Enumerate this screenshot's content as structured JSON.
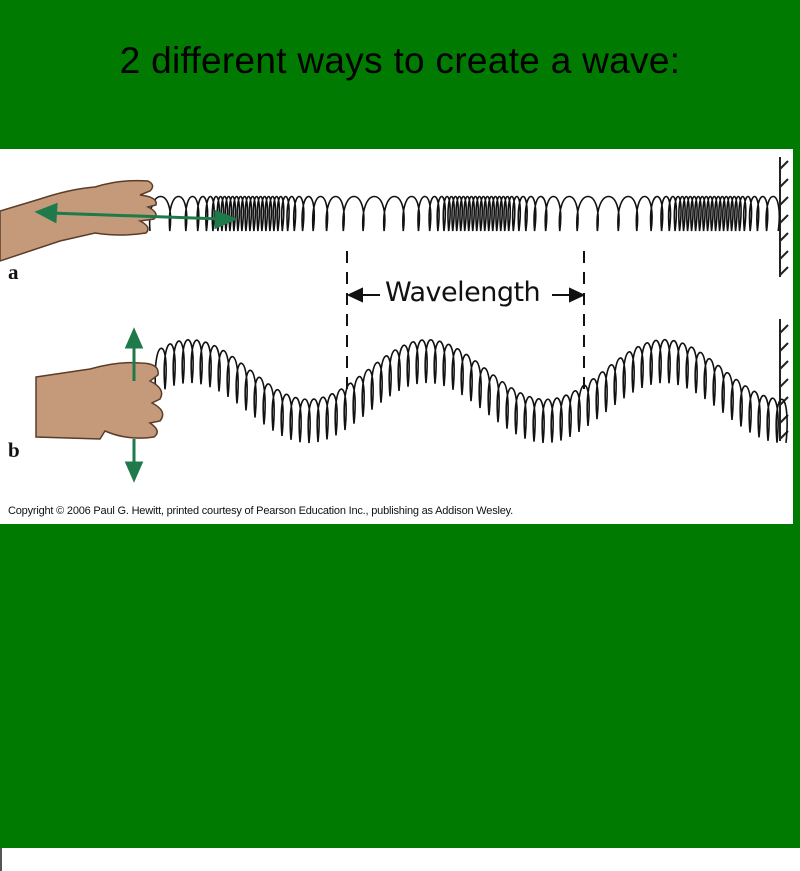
{
  "slide": {
    "title": "2 different ways to create a wave:",
    "background_color": "#007a00"
  },
  "figure": {
    "panel_a_label": "a",
    "panel_b_label": "b",
    "wavelength_label": "Wavelength",
    "copyright": "Copyright © 2006 Paul G. Hewitt, printed courtesy of Pearson Education Inc., publishing as Addison Wesley.",
    "arrow_color": "#1e7a4a",
    "hand_color": "#c49a7a"
  }
}
